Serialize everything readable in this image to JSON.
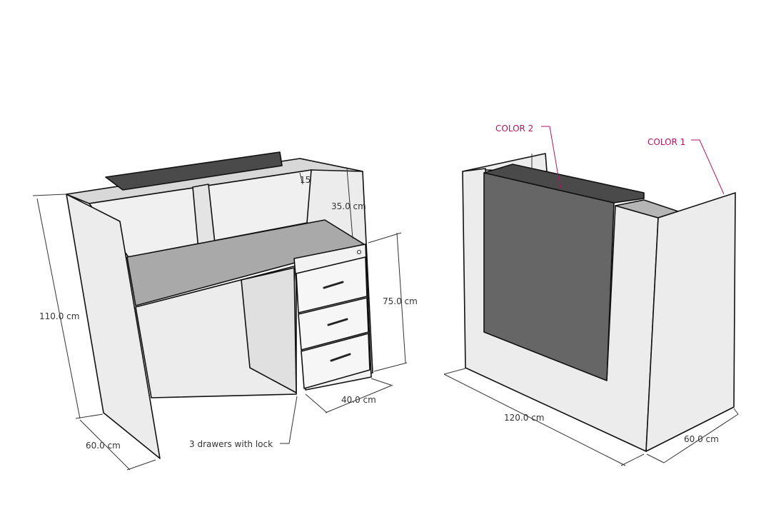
{
  "left_desk": {
    "dimensions": {
      "height": "110.0 cm",
      "depth": "60.0 cm",
      "counter_height": "35.0 cm",
      "top_thickness": "15",
      "pedestal_height": "75.0 cm",
      "pedestal_width": "40.0 cm"
    },
    "note": "3 drawers with lock"
  },
  "right_desk": {
    "dimensions": {
      "width": "120.0 cm",
      "depth": "60.0 cm"
    },
    "callouts": {
      "color2": "COLOR 2",
      "color1": "COLOR 1"
    }
  },
  "colors": {
    "panel_light": "#ececec",
    "shelf_gray": "#a9a9a9",
    "top_dark": "#4a4a4a",
    "front_dark": "#666666",
    "callout": "#b0155e"
  }
}
